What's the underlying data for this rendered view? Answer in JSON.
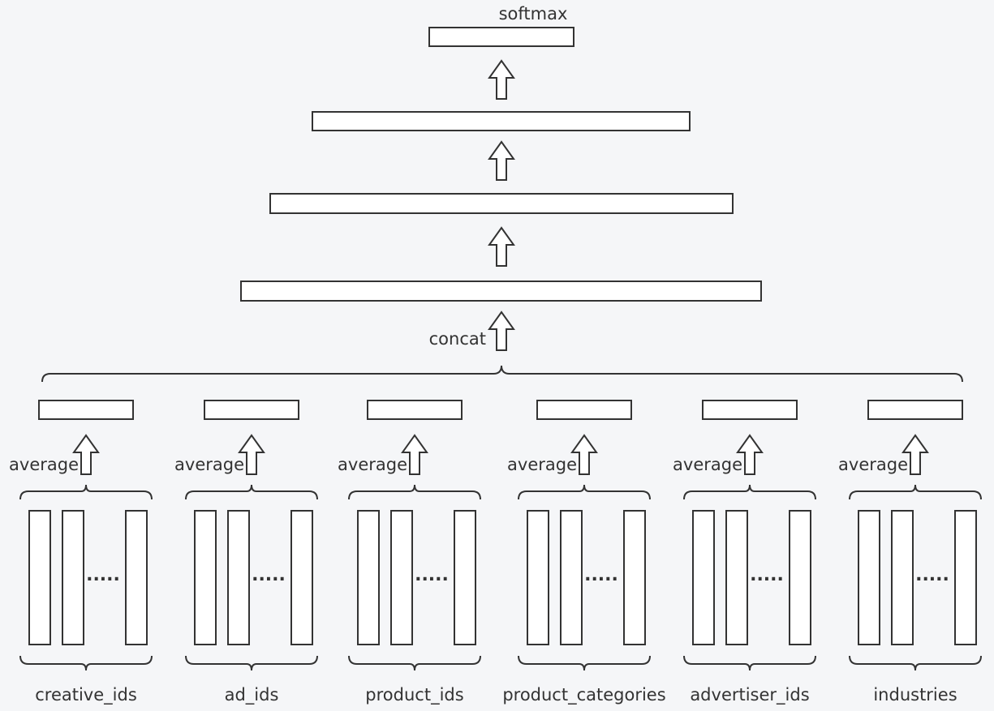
{
  "top_label": "softmax",
  "concat_label": "concat",
  "average_label": "average",
  "ellipsis": ".....",
  "groups": [
    {
      "label": "creative_ids"
    },
    {
      "label": "ad_ids"
    },
    {
      "label": "product_ids"
    },
    {
      "label": "product_categories"
    },
    {
      "label": "advertiser_ids"
    },
    {
      "label": "industries"
    }
  ]
}
